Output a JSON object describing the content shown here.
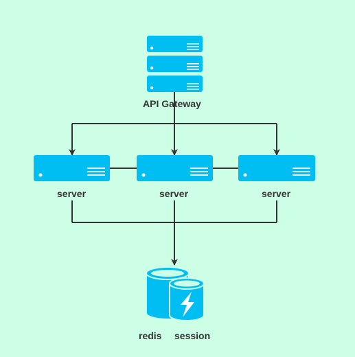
{
  "nodes": {
    "gateway": {
      "label": "API Gateway"
    },
    "server_left": {
      "label": "server"
    },
    "server_center": {
      "label": "server"
    },
    "server_right": {
      "label": "server"
    },
    "redis": {
      "label": "redis"
    },
    "session": {
      "label": "session"
    }
  },
  "colors": {
    "background": "#ccffe6",
    "device_fill": "#00bef2",
    "device_detail": "#ffffff",
    "edge": "#333333",
    "label_text": "#333333"
  },
  "icons": {
    "gateway": "server-rack-icon",
    "servers": "server-unit-icon",
    "storage": "database-cylinder-icon",
    "session": "lightning-bolt-icon"
  }
}
